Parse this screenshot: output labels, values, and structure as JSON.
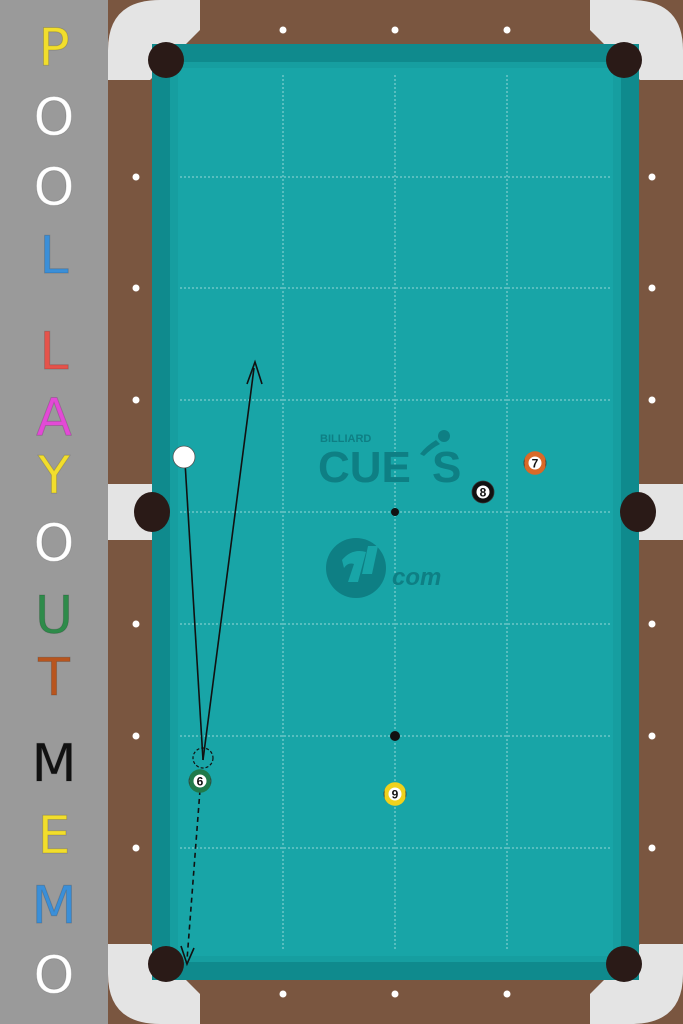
{
  "sidebar": {
    "letters": [
      {
        "char": "P",
        "color": "#f2de2c"
      },
      {
        "char": "O",
        "color": "#ffffff"
      },
      {
        "char": "O",
        "color": "#ffffff"
      },
      {
        "char": "L",
        "color": "#3b8fd8"
      },
      {
        "char": "L",
        "color": "#e5534b"
      },
      {
        "char": "A",
        "color": "#e34ad6"
      },
      {
        "char": "Y",
        "color": "#f2de2c"
      },
      {
        "char": "O",
        "color": "#ffffff"
      },
      {
        "char": "U",
        "color": "#2e8b4a"
      },
      {
        "char": "T",
        "color": "#b8551e"
      },
      {
        "char": "M",
        "color": "#111111"
      },
      {
        "char": "E",
        "color": "#f2de2c"
      },
      {
        "char": "M",
        "color": "#3b8fd8"
      },
      {
        "char": "O",
        "color": "#ffffff"
      }
    ]
  },
  "logo": {
    "small": "BILLIARD",
    "main": "CUE",
    "main_suffix": "S",
    "bottom": "com"
  },
  "balls": [
    {
      "id": "cue",
      "label": "",
      "color": "#ffffff",
      "stripe": false
    },
    {
      "id": "six",
      "label": "6",
      "color": "#1f7a4a",
      "stripe": true
    },
    {
      "id": "seven",
      "label": "7",
      "color": "#d96a28",
      "stripe": true
    },
    {
      "id": "eight",
      "label": "8",
      "color": "#111111",
      "stripe": false
    },
    {
      "id": "nine",
      "label": "9",
      "color": "#f0d21c",
      "stripe": true
    }
  ],
  "colors": {
    "cloth": "#169ea0",
    "rail": "#7a5640",
    "cushion": "#0f8a8d",
    "pocket": "#2a1a17",
    "corner": "#e4e4e4"
  }
}
